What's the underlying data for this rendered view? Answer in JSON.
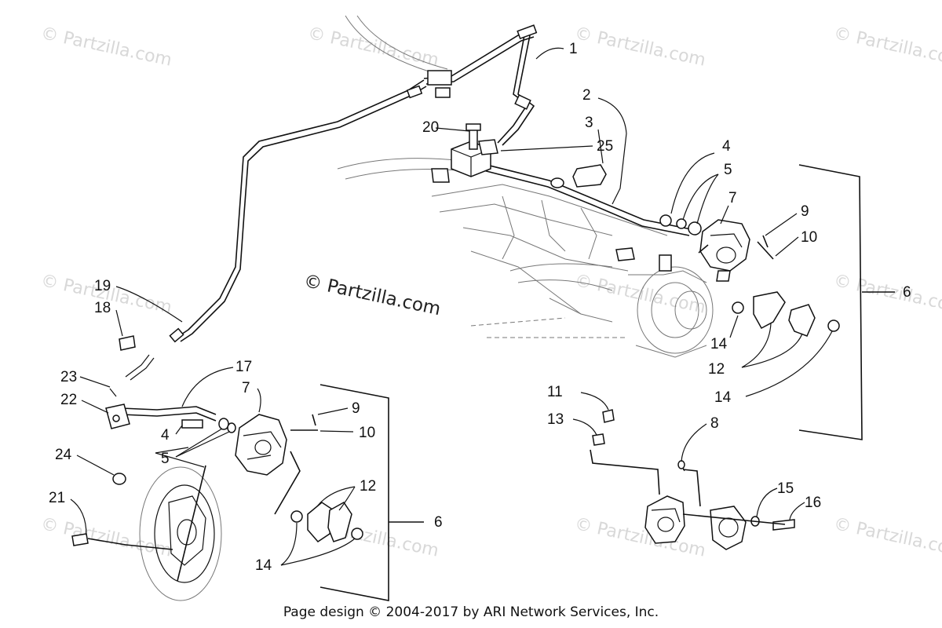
{
  "watermark": "© Partzilla.com",
  "footer": "Page design © 2004-2017 by ARI Network Services, Inc.",
  "callouts": {
    "c1": "1",
    "c2": "2",
    "c3": "3",
    "c4a": "4",
    "c4b": "4",
    "c5a": "5",
    "c5b": "5",
    "c6a": "6",
    "c6b": "6",
    "c7a": "7",
    "c7b": "7",
    "c8": "8",
    "c9a": "9",
    "c9b": "9",
    "c10a": "10",
    "c10b": "10",
    "c11": "11",
    "c12a": "12",
    "c12b": "12",
    "c13": "13",
    "c14a": "14",
    "c14b": "14",
    "c14c": "14",
    "c15": "15",
    "c16": "16",
    "c17": "17",
    "c18": "18",
    "c19": "19",
    "c20": "20",
    "c21": "21",
    "c22": "22",
    "c23": "23",
    "c24": "24",
    "c25": "25"
  }
}
